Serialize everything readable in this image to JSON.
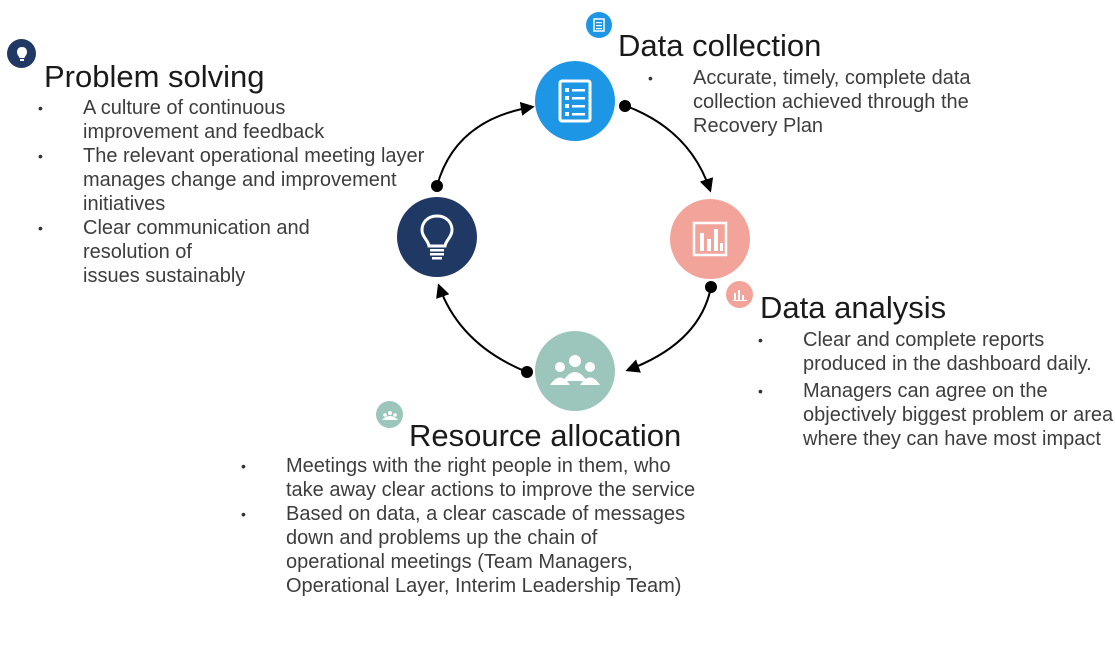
{
  "stages": {
    "data_collection": {
      "title": "Data collection",
      "icon": "document-list-icon",
      "color": "#1e96e6",
      "bullets": [
        "Accurate, timely, complete data collection achieved through the Recovery Plan"
      ]
    },
    "data_analysis": {
      "title": "Data analysis",
      "icon": "bar-chart-icon",
      "color": "#f2a49a",
      "bullets": [
        "Clear and complete reports produced in the dashboard daily.",
        "Managers can agree on the objectively biggest problem or area where they can have most impact"
      ]
    },
    "resource_allocation": {
      "title": "Resource allocation",
      "icon": "people-group-icon",
      "color": "#9cc5bc",
      "bullets": [
        "Meetings with the right people in them, who take away clear actions to improve the service",
        "Based on data, a clear cascade of messages down and problems up the chain of operational meetings (Team Managers, Operational Layer, Interim Leadership Team)"
      ]
    },
    "problem_solving": {
      "title": "Problem solving",
      "icon": "lightbulb-icon",
      "color": "#1f3864",
      "bullets": [
        "A culture of continuous improvement and feedback",
        "The relevant operational meeting layer manages change and improvement initiatives",
        "Clear communication and resolution of",
        "issues sustainably"
      ]
    }
  }
}
